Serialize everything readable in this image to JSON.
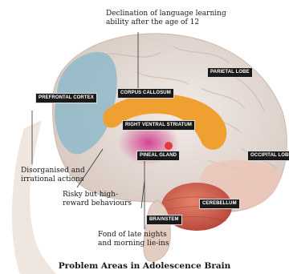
{
  "caption": "Problem Areas in Adolescence Brain",
  "annotations": {
    "language": "Declination of language learning\nability after the age of 12",
    "disorganised": "Disorganised and\nirrational actions",
    "risky": "Risky but high-\nreward behaviours",
    "late_nights": "Fond of late nights\nand morning lie-ins"
  },
  "labels": {
    "prefrontal_cortex": "PREFRONTAL CORTEX",
    "corpus_callosum": "CORPUS CALLOSUM",
    "parietal_lobe": "PARIETAL LOBE",
    "right_ventral_striatum": "RIGHT VENTRAL STRIATUM",
    "pineal_gland": "PINEAL GLAND",
    "occipital_lobe": "OCCIPITAL LOBE",
    "cerebellum": "CEREBELLUM",
    "brainstem": "BRAINSTEM"
  },
  "colors": {
    "brain": "#e7dcd6",
    "prefrontal": "#8fb8c9",
    "corpus_callosum": "#f0a030",
    "striatum": "#d23c8c",
    "cerebellum": "#d2604e",
    "occipital": "#ecc4b6",
    "skin": "#efe6df"
  }
}
